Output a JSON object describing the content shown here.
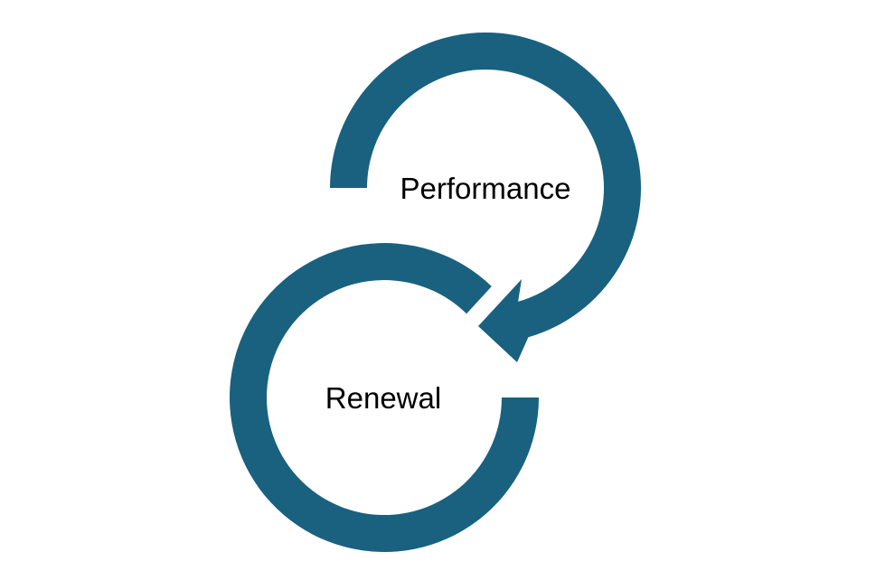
{
  "diagram": {
    "type": "cycle",
    "accent_color": "#19617F",
    "text_color": "#000000",
    "background_color": "#FFFFFF",
    "nodes": [
      {
        "id": "performance",
        "label": "Performance",
        "shape": "circular-arrow"
      },
      {
        "id": "renewal",
        "label": "Renewal",
        "shape": "circular-arc"
      }
    ],
    "connections": [
      {
        "from": "performance",
        "to": "renewal",
        "kind": "arrow"
      }
    ]
  }
}
